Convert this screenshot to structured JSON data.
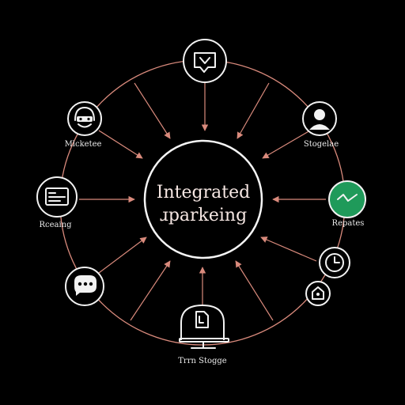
{
  "center": {
    "line1": "Integrated",
    "line2": "ɹparkeing"
  },
  "nodes": [
    {
      "id": "top",
      "label": "",
      "icon": "chat-bubble-icon"
    },
    {
      "id": "left-top",
      "label": "Mlcketee",
      "icon": "helmet-face-icon"
    },
    {
      "id": "right-top",
      "label": "Stogelae",
      "icon": "person-avatar-icon"
    },
    {
      "id": "left",
      "label": "Rceaing",
      "icon": "dashboard-screen-icon"
    },
    {
      "id": "right",
      "label": "Repates",
      "icon": "check-trend-icon"
    },
    {
      "id": "right-mid",
      "label": "",
      "icon": "clock-icon"
    },
    {
      "id": "right-low",
      "label": "",
      "icon": "home-badge-icon"
    },
    {
      "id": "left-low",
      "label": "",
      "icon": "speech-dots-icon"
    },
    {
      "id": "bottom",
      "label": "Trrn Stogge",
      "icon": "monitor-document-icon"
    }
  ],
  "colors": {
    "background": "#000000",
    "arrow": "#d98a7c",
    "node_stroke": "#f2f2f2",
    "accent_green": "#1f9a5a"
  }
}
